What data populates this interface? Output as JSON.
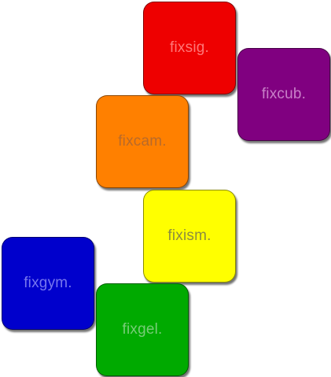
{
  "tiles": [
    {
      "id": "sig",
      "label": "fixsig.",
      "color": "#ee0000",
      "text_color": "#ff7777"
    },
    {
      "id": "cub",
      "label": "fixcub.",
      "color": "#800080",
      "text_color": "#c880c8"
    },
    {
      "id": "cam",
      "label": "fixcam.",
      "color": "#ff8000",
      "text_color": "#b86a2a"
    },
    {
      "id": "ism",
      "label": "fixism.",
      "color": "#ffff00",
      "text_color": "#8c8c40"
    },
    {
      "id": "gym",
      "label": "fixgym.",
      "color": "#0000cc",
      "text_color": "#7777ee"
    },
    {
      "id": "gel",
      "label": "fixgel.",
      "color": "#00aa00",
      "text_color": "#77cc77"
    }
  ]
}
